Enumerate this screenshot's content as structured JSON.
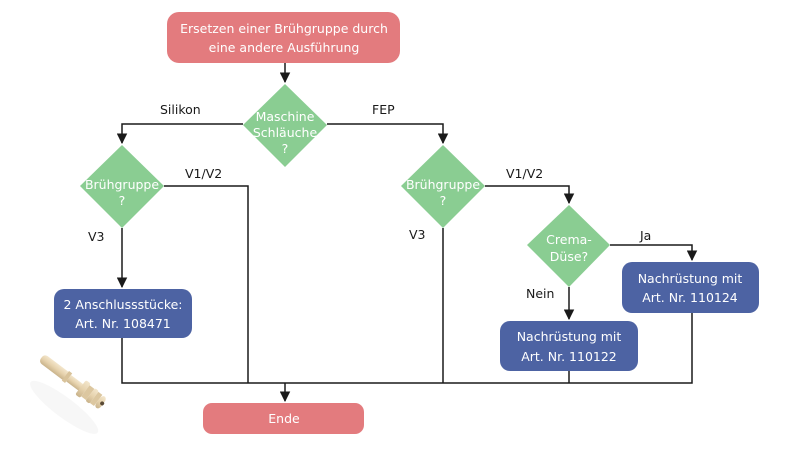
{
  "colors": {
    "terminal": "#e37b7e",
    "decision": "#8acd92",
    "process": "#4d63a3",
    "line": "#1a1a1a"
  },
  "nodes": {
    "start": {
      "lines": [
        "Ersetzen einer Brühgruppe durch",
        "eine andere Ausführung"
      ]
    },
    "decision_hoses": {
      "lines": [
        "Maschine",
        "Schläuche",
        "?"
      ]
    },
    "decision_group_left": {
      "lines": [
        "Brühgruppe",
        "?"
      ]
    },
    "decision_group_right": {
      "lines": [
        "Brühgruppe",
        "?"
      ]
    },
    "decision_crema": {
      "lines": [
        "Crema-",
        "Düse?"
      ]
    },
    "connectors": {
      "lines": [
        "2 Anschlussstücke:",
        "Art. Nr. 108471"
      ]
    },
    "retrofit_110122": {
      "lines": [
        "Nachrüstung mit",
        "Art. Nr. 110122"
      ]
    },
    "retrofit_110124": {
      "lines": [
        "Nachrüstung mit",
        "Art. Nr. 110124"
      ]
    },
    "end": {
      "lines": [
        "Ende"
      ]
    }
  },
  "edge_labels": {
    "silikon": "Silikon",
    "fep": "FEP",
    "left_v1v2": "V1/V2",
    "left_v3": "V3",
    "right_v1v2": "V1/V2",
    "right_v3": "V3",
    "ja": "Ja",
    "nein": "Nein"
  },
  "image": {
    "icon": "connector-part-icon"
  }
}
